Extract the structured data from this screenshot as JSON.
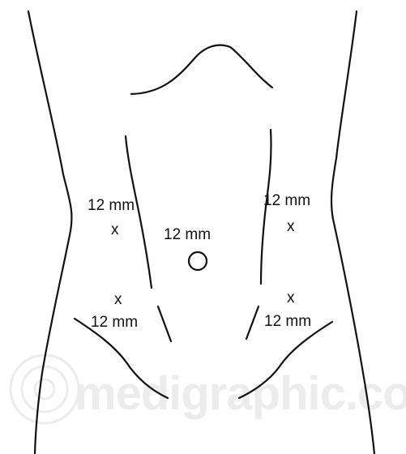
{
  "watermark": "medigraphic.com",
  "ports": [
    {
      "id": "right-upper",
      "mark": "x",
      "label": "12 mm"
    },
    {
      "id": "left-upper",
      "mark": "x",
      "label": "12 mm"
    },
    {
      "id": "umbilical",
      "label": "12 mm"
    },
    {
      "id": "right-lower",
      "mark": "x",
      "label": "12 mm"
    },
    {
      "id": "left-lower",
      "mark": "x",
      "label": "12 mm"
    }
  ]
}
